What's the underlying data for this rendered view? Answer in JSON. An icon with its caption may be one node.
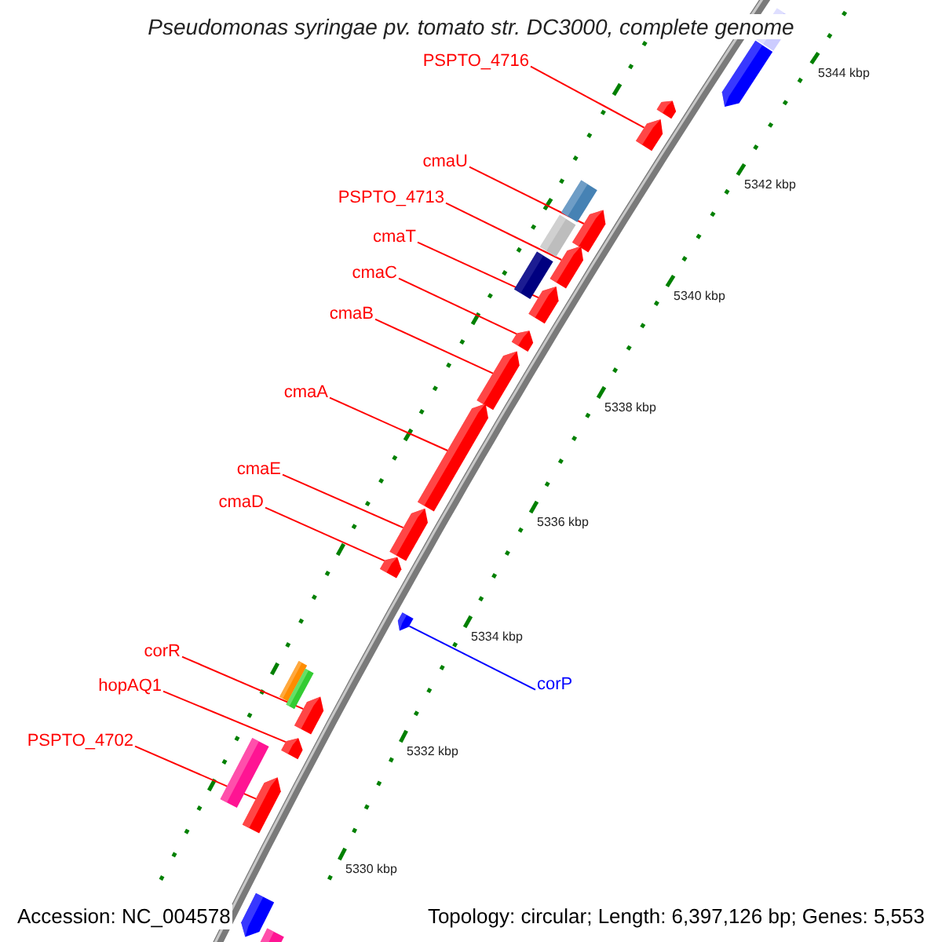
{
  "diagram": {
    "title": "Pseudomonas syringae pv. tomato str. DC3000, complete genome",
    "nodes": [
      {
        "text": [
          "PSPTO_4716"
        ]
      },
      {
        "text": [],
        "shape": "box"
      },
      {
        "text": [
          "cmaU"
        ]
      },
      {
        "text": [],
        "shape": "box"
      },
      {
        "text": [
          "PSPTO_4713"
        ]
      },
      {
        "text": [],
        "shape": "box"
      },
      {
        "text": [
          "cmaT"
        ]
      },
      {
        "text": [],
        "shape": "box"
      },
      {
        "text": [
          "cmaC"
        ]
      },
      {
        "text": [],
        "shape": "box"
      },
      {
        "text": [
          "cmaB"
        ]
      },
      {
        "text": [],
        "shape": "box"
      },
      {
        "text": [
          "cmaA"
        ]
      },
      {
        "text": [],
        "shape": "box"
      },
      {
        "text": [
          "cmaE"
        ]
      },
      {
        "text": [],
        "shape": "box"
      },
      {
        "text": [
          "cmaD"
        ]
      },
      {
        "text": [],
        "shape": "box"
      },
      {
        "text": [],
        "shape": "box"
      },
      {
        "text": [
          "corR"
        ]
      },
      {
        "text": [],
        "shape": "box"
      },
      {
        "text": [
          "corP"
        ]
      },
      {
        "text": [
          "hopAQ1"
        ]
      },
      {
        "text": [],
        "shape": "box"
      },
      {
        "text": [
          "PSPTO_4702"
        ]
      },
      {
        "text": [],
        "shape": "box"
      }
    ],
    "edges": [
      {
        "from": 0,
        "to": 1,
        "arrow": "none"
      },
      {
        "from": 2,
        "to": 3,
        "arrow": "none"
      },
      {
        "from": 4,
        "to": 5,
        "arrow": "none"
      },
      {
        "from": 6,
        "to": 7,
        "arrow": "none"
      },
      {
        "from": 8,
        "to": 9,
        "arrow": "none"
      },
      {
        "from": 10,
        "to": 11,
        "arrow": "none"
      },
      {
        "from": 12,
        "to": 13,
        "arrow": "none"
      },
      {
        "from": 14,
        "to": 15,
        "arrow": "none"
      },
      {
        "from": 16,
        "to": 17,
        "arrow": "none"
      },
      {
        "from": 21,
        "to": 18,
        "arrow": "none",
        "color": "#0000ff"
      },
      {
        "from": 19,
        "to": 20,
        "arrow": "none"
      },
      {
        "from": 22,
        "to": 23,
        "arrow": "none"
      },
      {
        "from": 24,
        "to": 25,
        "arrow": "none"
      }
    ],
    "labels": [
      "5344 kbp",
      "5342 kbp",
      "5340 kbp",
      "5338 kbp",
      "5336 kbp",
      "5334 kbp",
      "5332 kbp",
      "5330 kbp",
      "Accession: NC_004578",
      "Topology: circular; Length: 6,397,126 bp; Genes: 5,553"
    ]
  }
}
